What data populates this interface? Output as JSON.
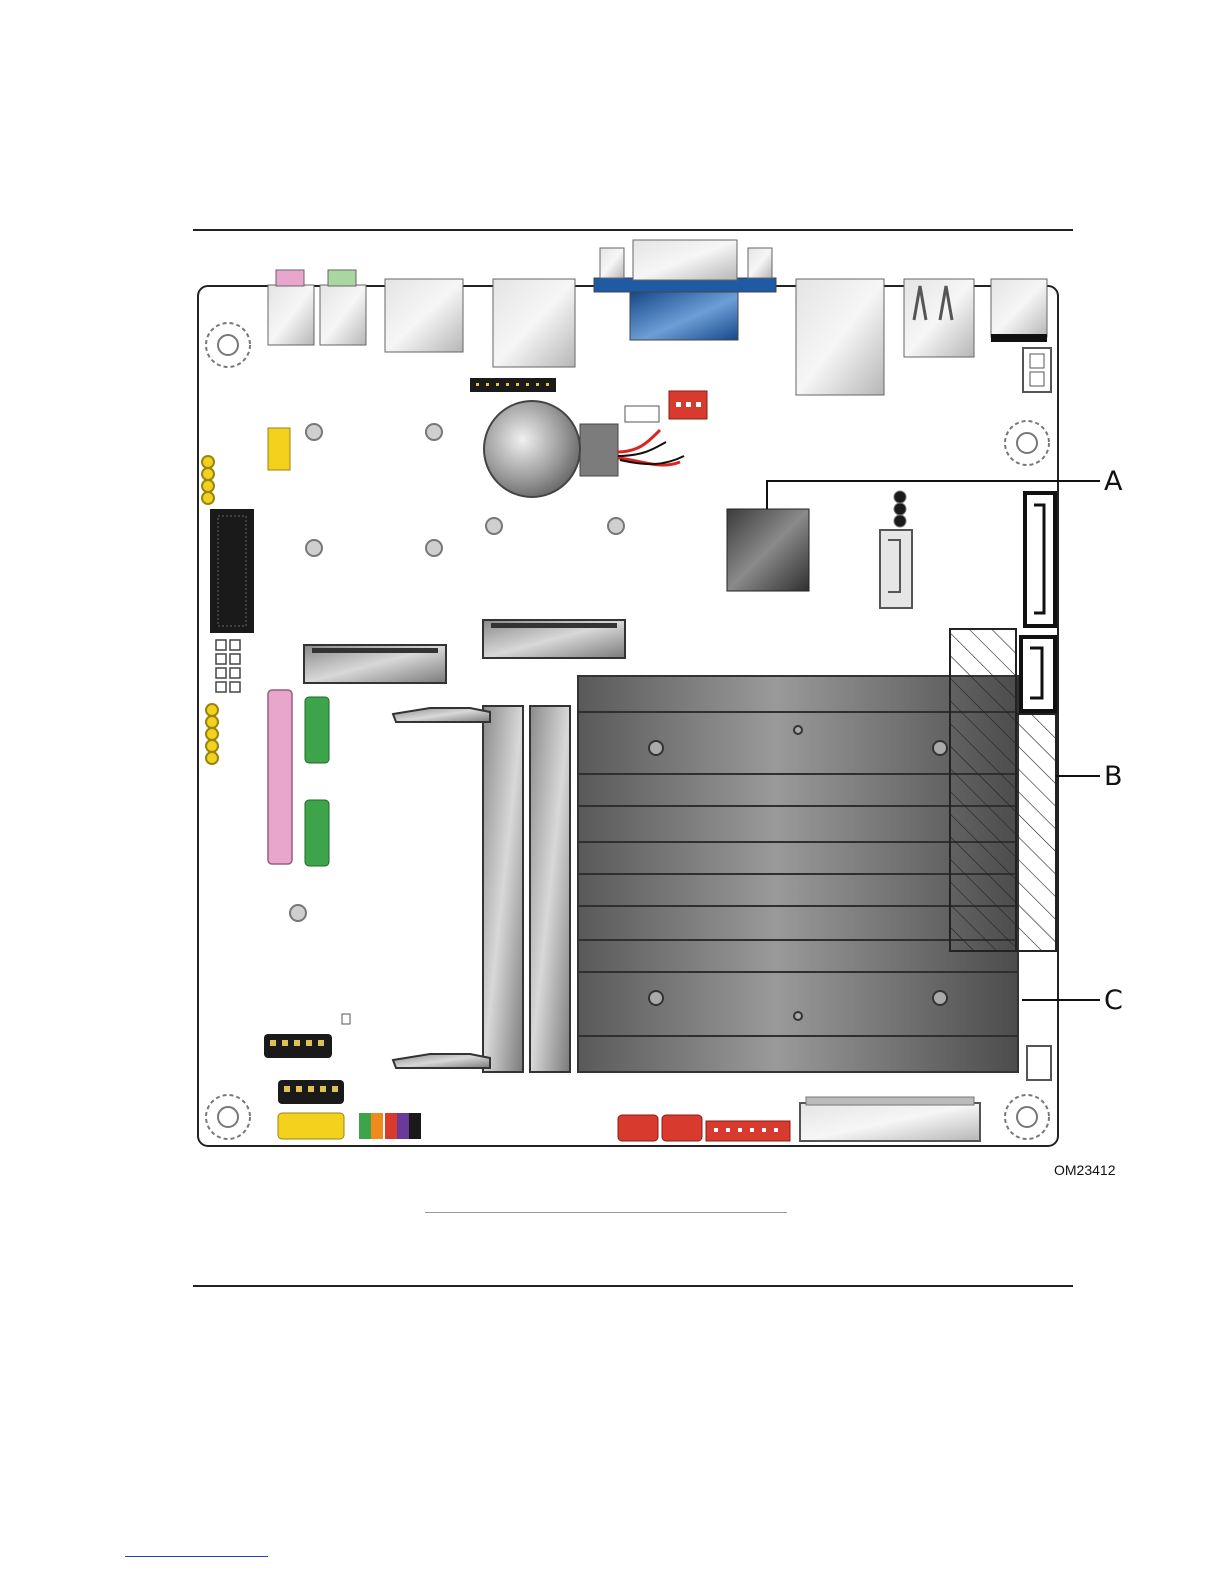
{
  "figure": {
    "figure_id": "OM23412",
    "callouts": [
      {
        "letter": "A"
      },
      {
        "letter": "B"
      },
      {
        "letter": "C"
      }
    ]
  },
  "colors": {
    "board": "#ffffff",
    "heatsink": "#6e6e6e",
    "vga_blue": "#1f5aa5",
    "header_yellow": "#f2d21c",
    "header_pink": "#e8a6cc",
    "header_green": "#3da44a",
    "header_red": "#d93a2e"
  }
}
